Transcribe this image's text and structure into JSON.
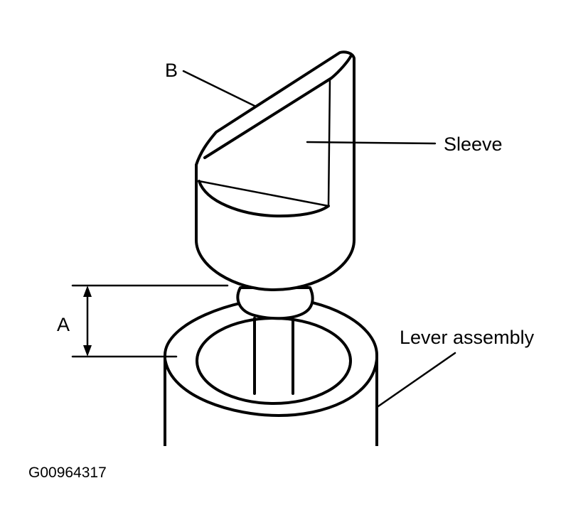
{
  "labels": {
    "b": "B",
    "sleeve": "Sleeve",
    "a": "A",
    "lever_assembly": "Lever assembly",
    "figure_id": "G00964317"
  },
  "colors": {
    "line": "#000000",
    "background": "#ffffff"
  }
}
